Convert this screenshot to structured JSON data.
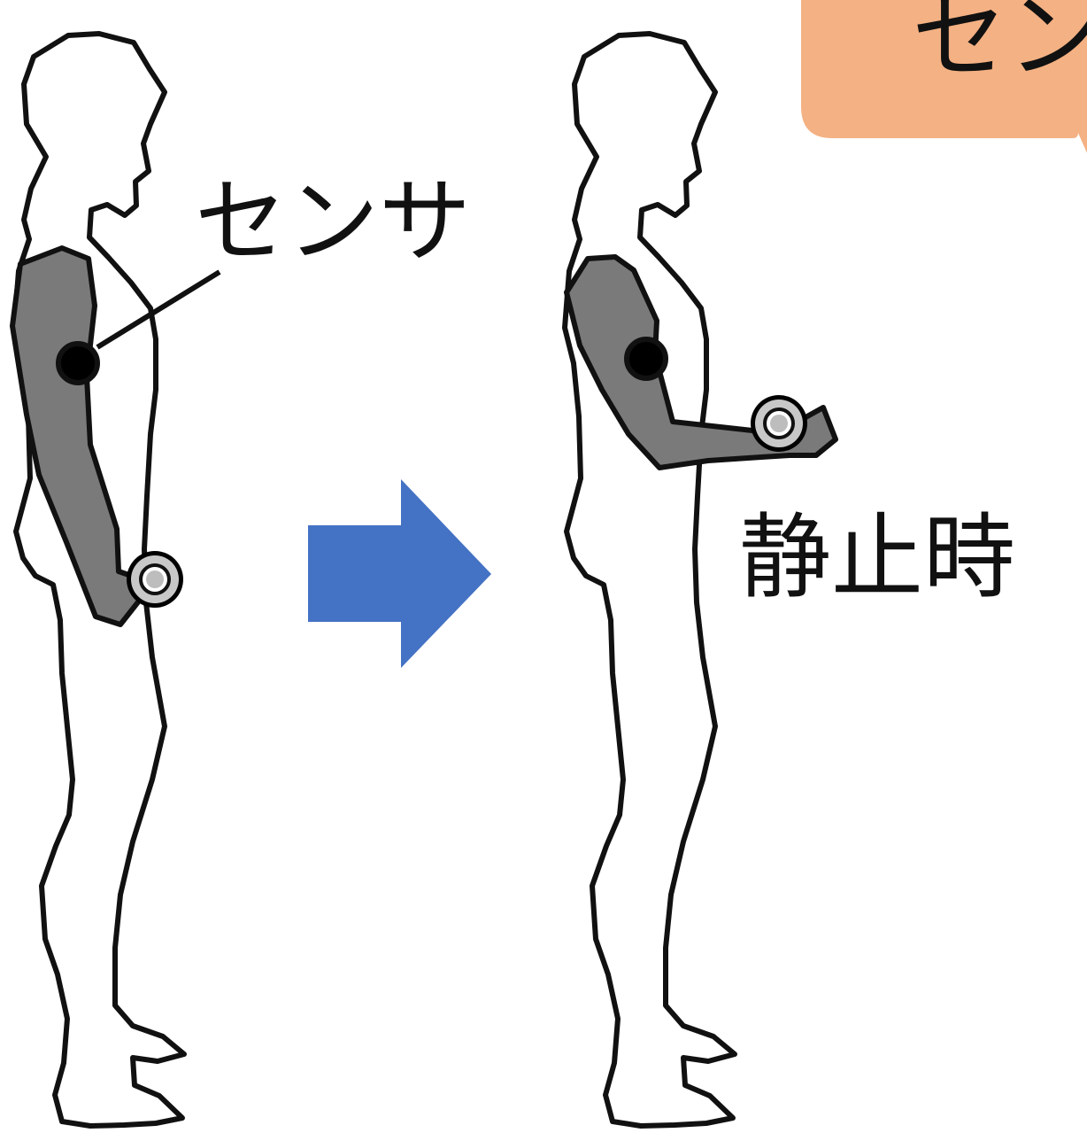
{
  "labels": {
    "sensor": "センサ",
    "static_state": "静止時",
    "callout_partial": "セン"
  },
  "colors": {
    "outline": "#111111",
    "arm_fill": "#7a7a7a",
    "arrow_fill": "#4472c4",
    "callout_fill": "#f4b183",
    "dumbbell_fill": "#c8c8c8"
  }
}
